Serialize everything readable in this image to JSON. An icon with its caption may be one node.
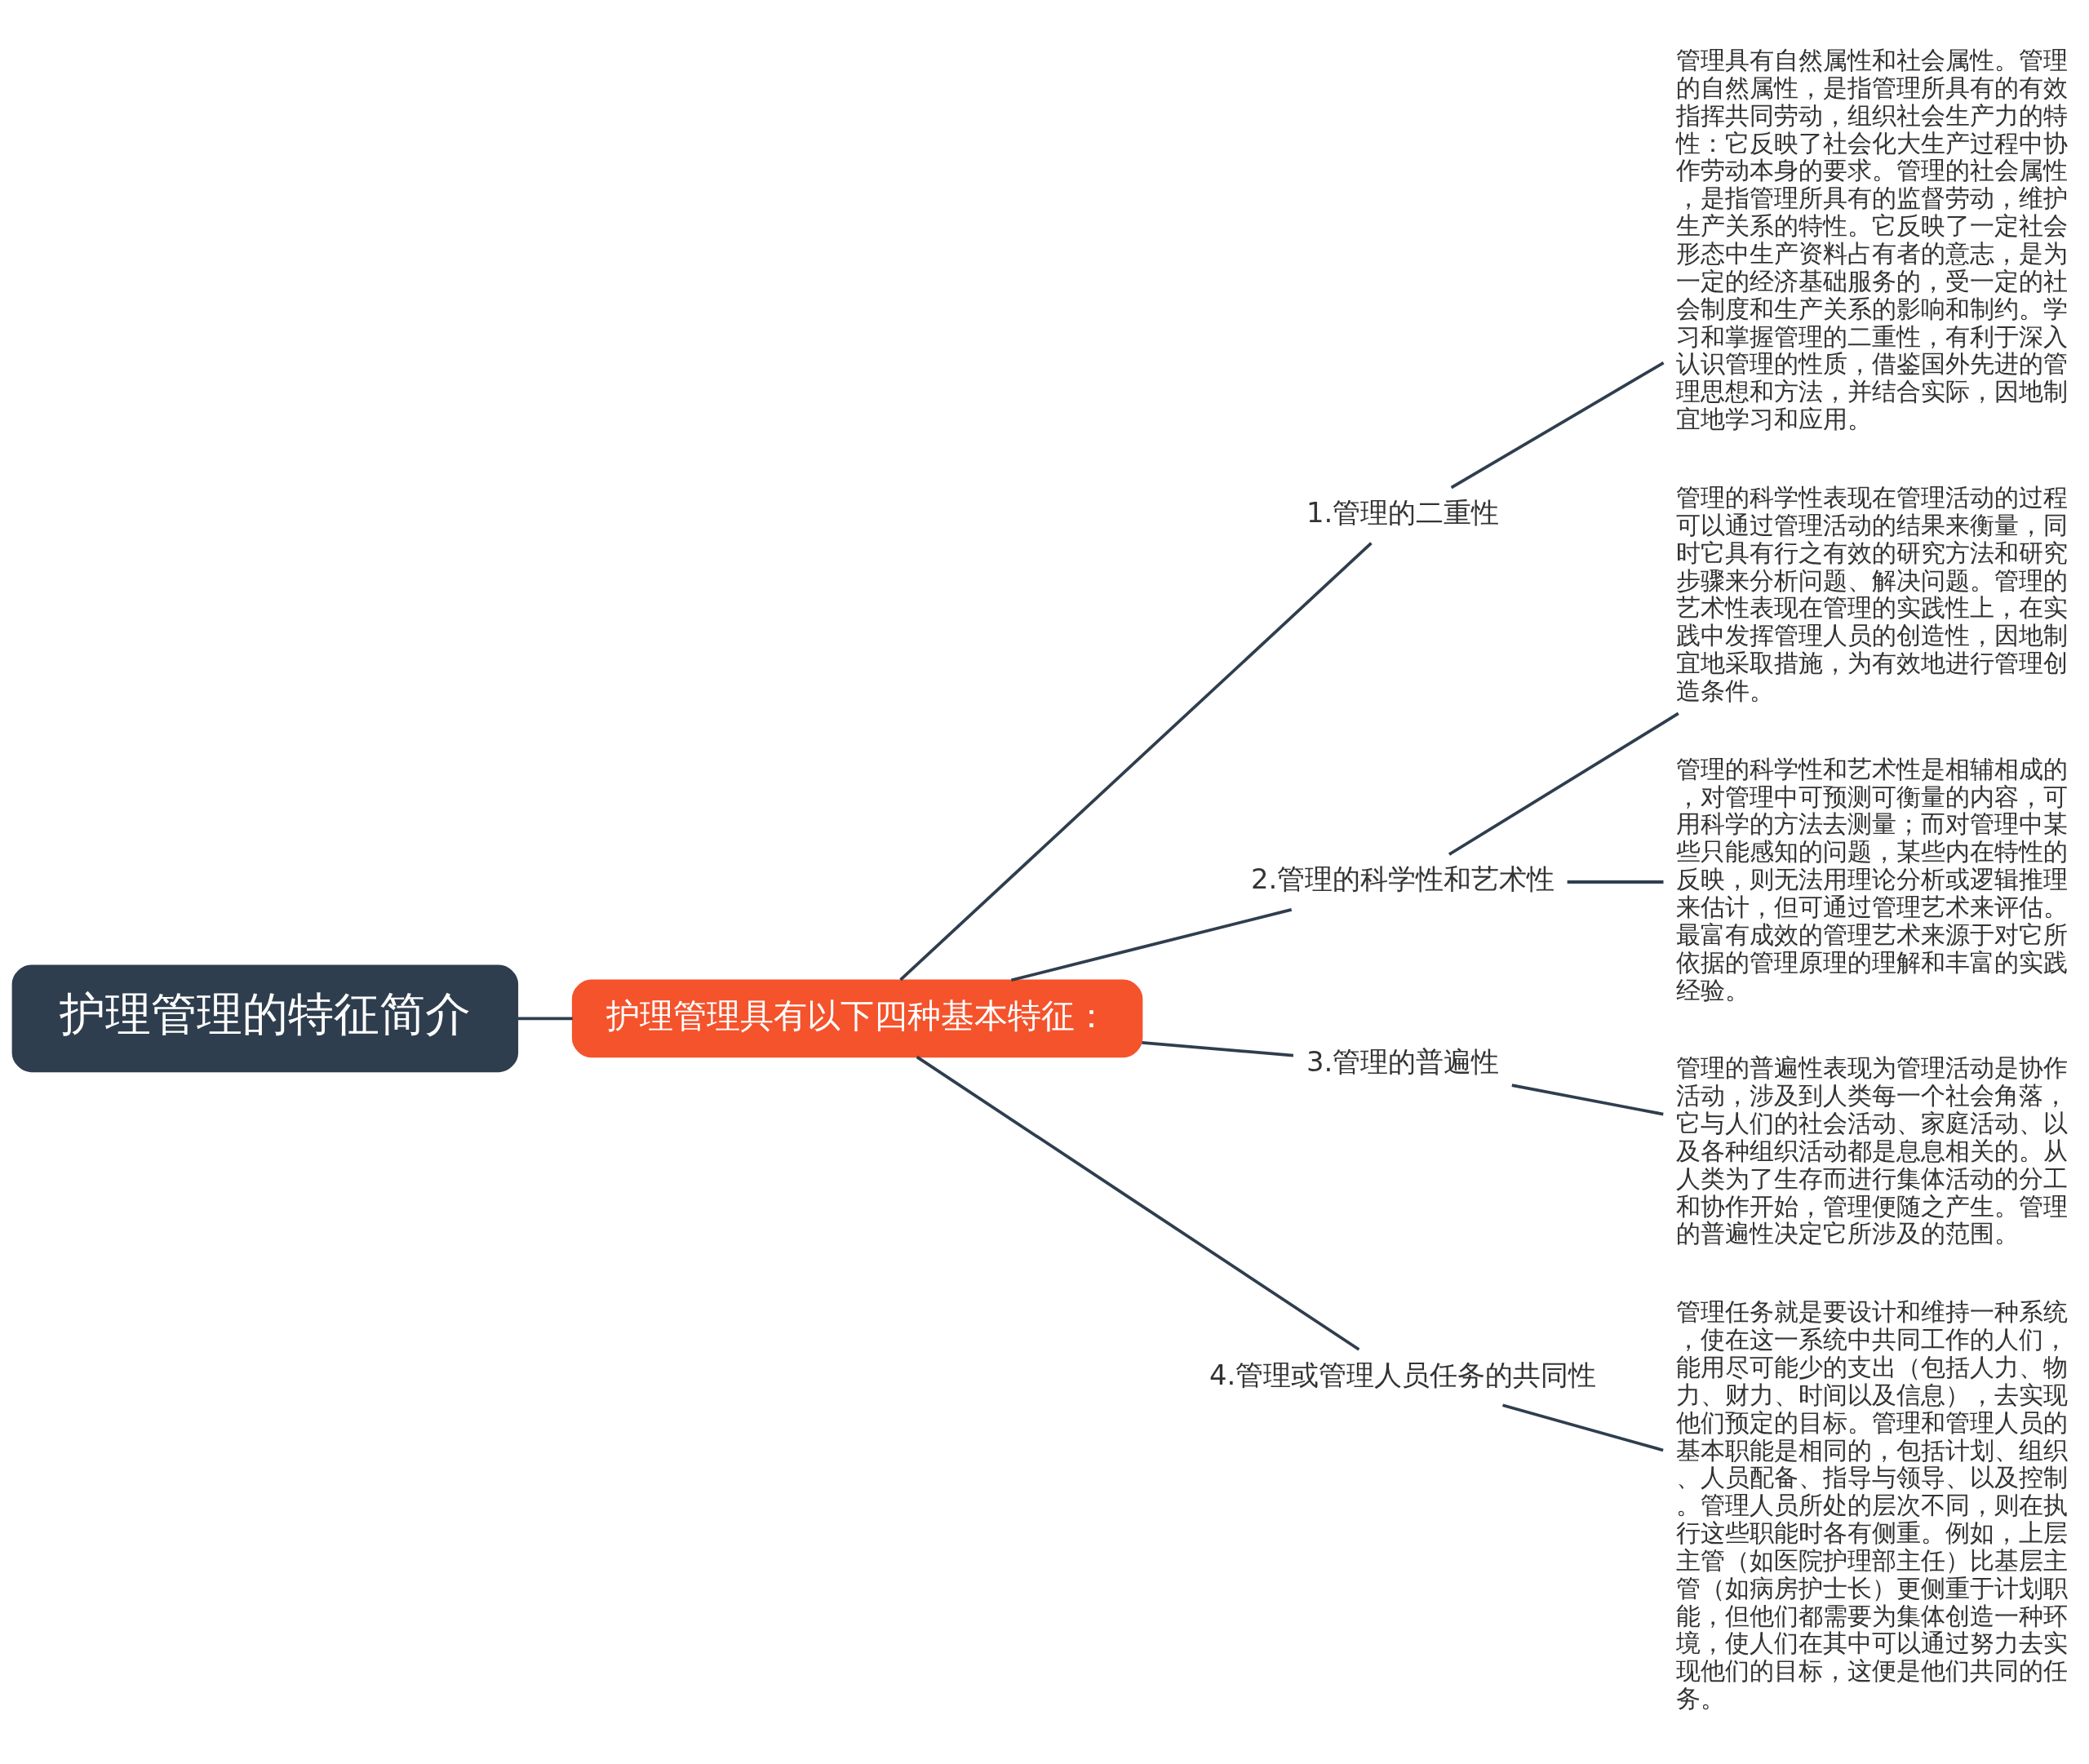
{
  "diagram": {
    "nodes": [
      {
        "text": [
          "护理管理的特征简介"
        ]
      },
      {
        "text": [
          "护理管理具有以下四种基本特征："
        ]
      },
      {
        "text": [
          "1.管理的二重性"
        ]
      },
      {
        "text": [
          "2.管理的科学性和艺术性"
        ]
      },
      {
        "text": [
          "3.管理的普遍性"
        ]
      },
      {
        "text": [
          "4.管理或管理人员任务的共同性"
        ]
      },
      {
        "text": [
          "管理具有自然属性和社会属性。管理的自然属性，是指管理所具有的有效指挥共同劳动，组织社会生产力的特性：它反映了社会化大生产过程中协作劳动本身的要求。管理的社会属性，是指管理所具有的监督劳动，维护生产关系的特性。它反映了一定社会形态中生产资料占有者的意志，是为一定的经济基础服务的，受一定的社会制度和生产关系的影响和制约。学习和掌握管理的二重性，有利于深入认识管理的性质，借鉴国外先进的管理思想和方法，并结合实际，因地制宜地学习和应用。"
        ]
      },
      {
        "text": [
          "管理的科学性表现在管理活动的过程可以通过管理活动的结果来衡量，同时它具有行之有效的研究方法和研究步骤来分析问题、解决问题。管理的艺术性表现在管理的实践性上，在实践中发挥管理人员的创造性，因地制宜地采取措施，为有效地进行管理创造条件。"
        ]
      },
      {
        "text": [
          "管理的科学性和艺术性是相辅相成的，对管理中可预测可衡量的内容，可用科学的方法去测量；而对管理中某些只能感知的问题，某些内在特性的反映，则无法用理论分析或逻辑推理来估计，但可通过管理艺术来评估。最富有成效的管理艺术来源于对它所依据的管理原理的理解和丰富的实践经验。"
        ]
      },
      {
        "text": [
          "管理的普遍性表现为管理活动是协作活动，涉及到人类每一个社会角落，它与人们的社会活动、家庭活动、以及各种组织活动都是息息相关的。从人类为了生存而进行集体活动的分工和协作开始，管理便随之产生。管理的普遍性决定它所涉及的范围。"
        ]
      },
      {
        "text": [
          "管理任务就是要设计和维持一种系统，使在这一系统中共同工作的人们，能用尽可能少的支出（包括人力、物力、财力、时间以及信息），去实现他们预定的目标。管理和管理人员的基本职能是相同的，包括计划、组织、人员配备、指导与领导、以及控制。管理人员所处的层次不同，则在执行这些职能时各有侧重。例如，上层主管（如医院护理部主任）比基层主管（如病房护士长）更侧重于计划职能，但他们都需要为集体创造一种环境，使人们在其中可以通过努力去实现他们的目标，这便是他们共同的任务。"
        ]
      }
    ],
    "edges": [
      {
        "from": 0,
        "to": 1,
        "arrow": "none"
      },
      {
        "from": 1,
        "to": 2,
        "arrow": "none"
      },
      {
        "from": 1,
        "to": 3,
        "arrow": "none"
      },
      {
        "from": 1,
        "to": 4,
        "arrow": "none"
      },
      {
        "from": 1,
        "to": 5,
        "arrow": "none"
      },
      {
        "from": 2,
        "to": 6,
        "arrow": "none"
      },
      {
        "from": 3,
        "to": 7,
        "arrow": "none"
      },
      {
        "from": 3,
        "to": 8,
        "arrow": "none"
      },
      {
        "from": 4,
        "to": 9,
        "arrow": "none"
      },
      {
        "from": 5,
        "to": 10,
        "arrow": "none"
      }
    ]
  }
}
